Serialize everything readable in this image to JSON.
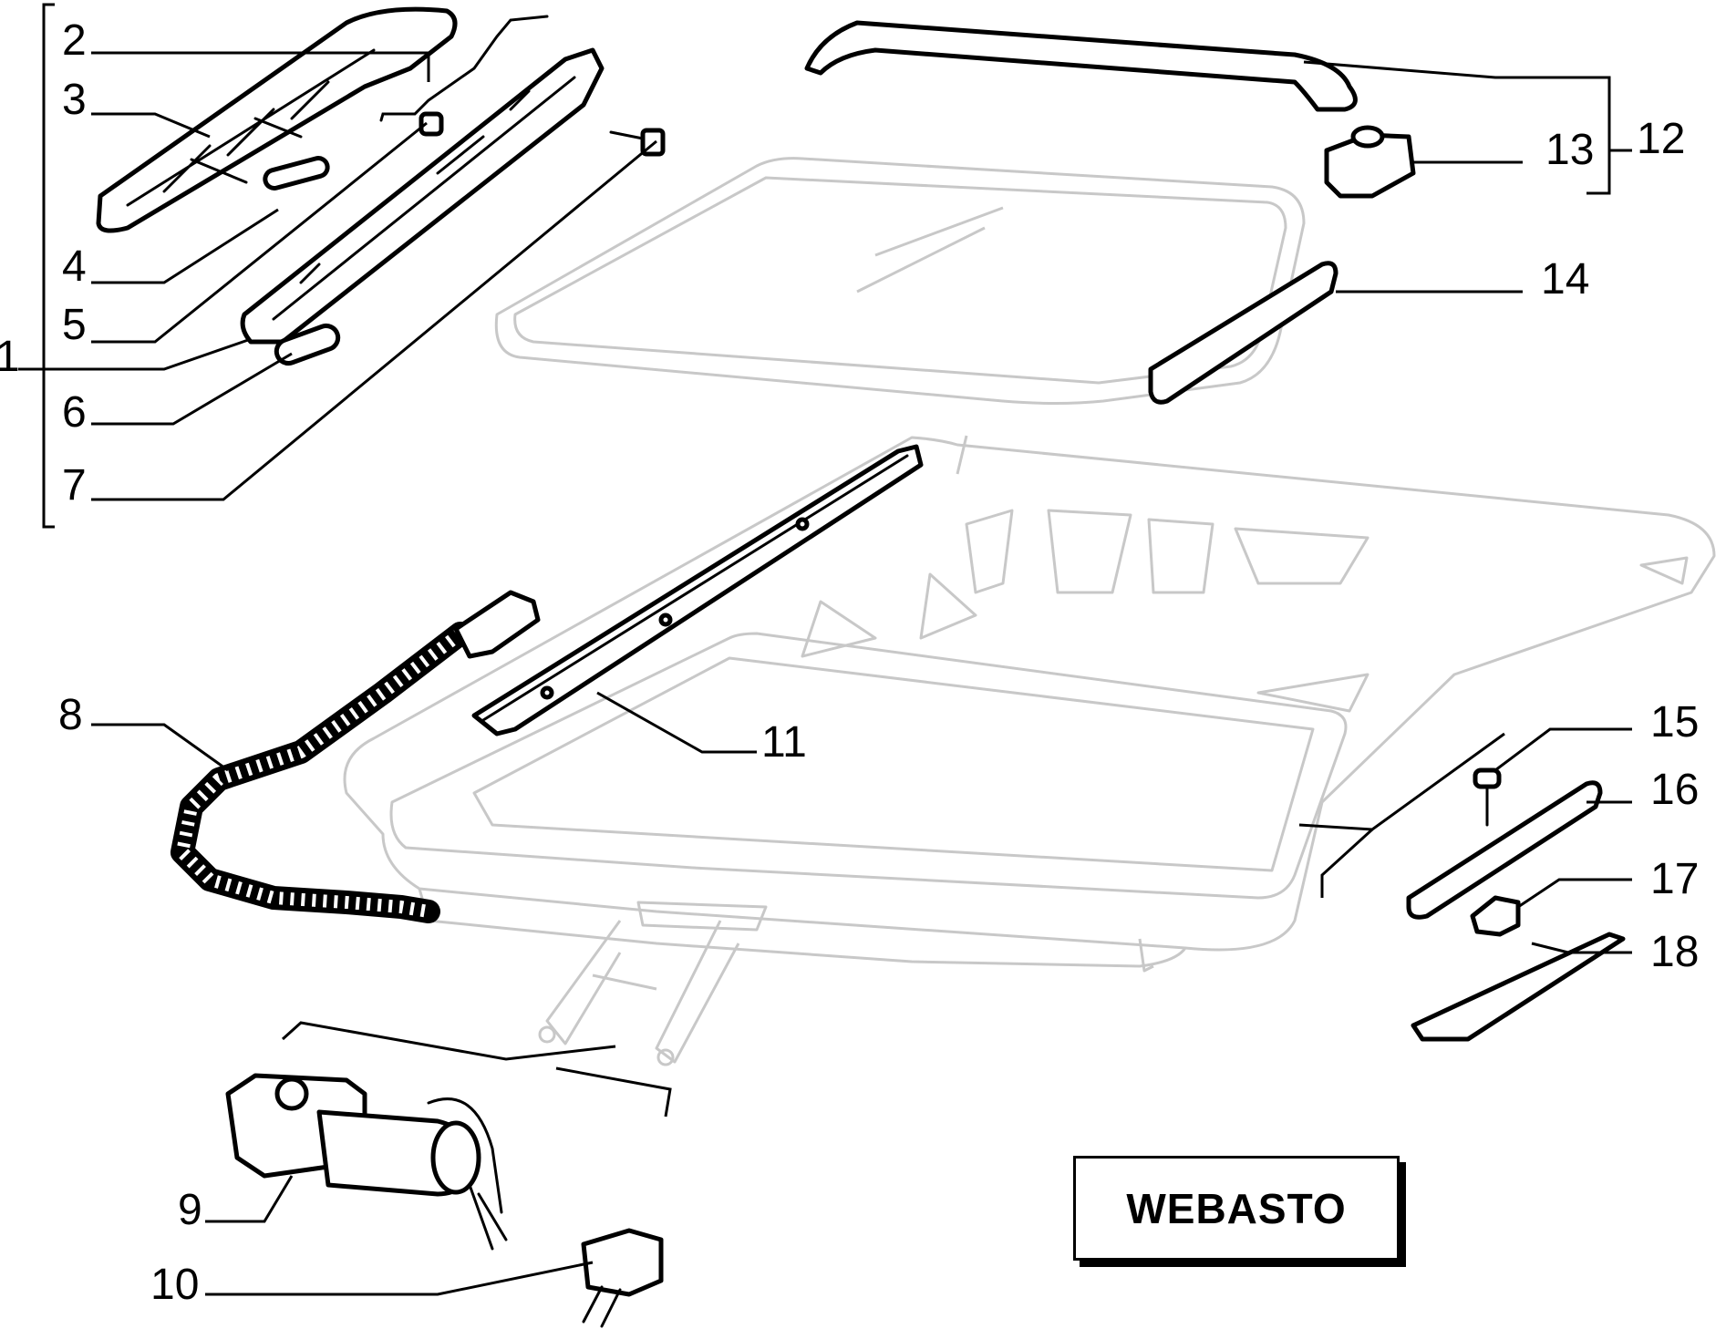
{
  "brand": "WEBASTO",
  "callouts": [
    "1",
    "2",
    "3",
    "4",
    "5",
    "6",
    "7",
    "8",
    "9",
    "10",
    "11",
    "12",
    "13",
    "14",
    "15",
    "16",
    "17",
    "18"
  ]
}
